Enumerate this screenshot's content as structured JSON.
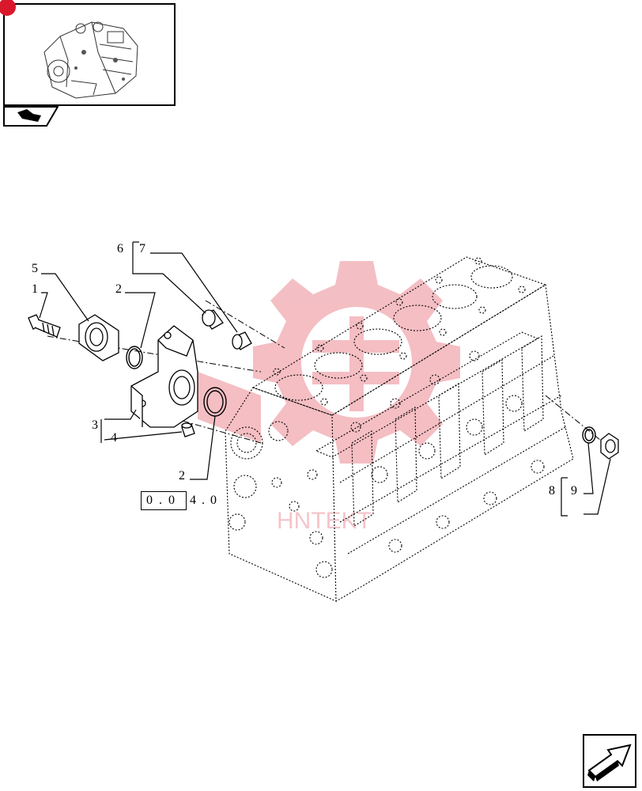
{
  "callouts": {
    "c1": "1",
    "c2a": "2",
    "c2b": "2",
    "c3": "3",
    "c4": "4",
    "c5": "5",
    "c6": "6",
    "c7": "7",
    "c8": "8",
    "c9": "9"
  },
  "reference": {
    "box": "0.0",
    "tail": "4.0"
  },
  "watermark": {
    "text": "HNTEKT",
    "color": "#d9182c"
  },
  "icons": {
    "thumbnail": "engine-thumbnail-icon",
    "tab": "open-book-arrow-icon",
    "nav": "next-page-arrow-icon"
  },
  "colors": {
    "accent": "#d9182c",
    "line": "#000000"
  }
}
